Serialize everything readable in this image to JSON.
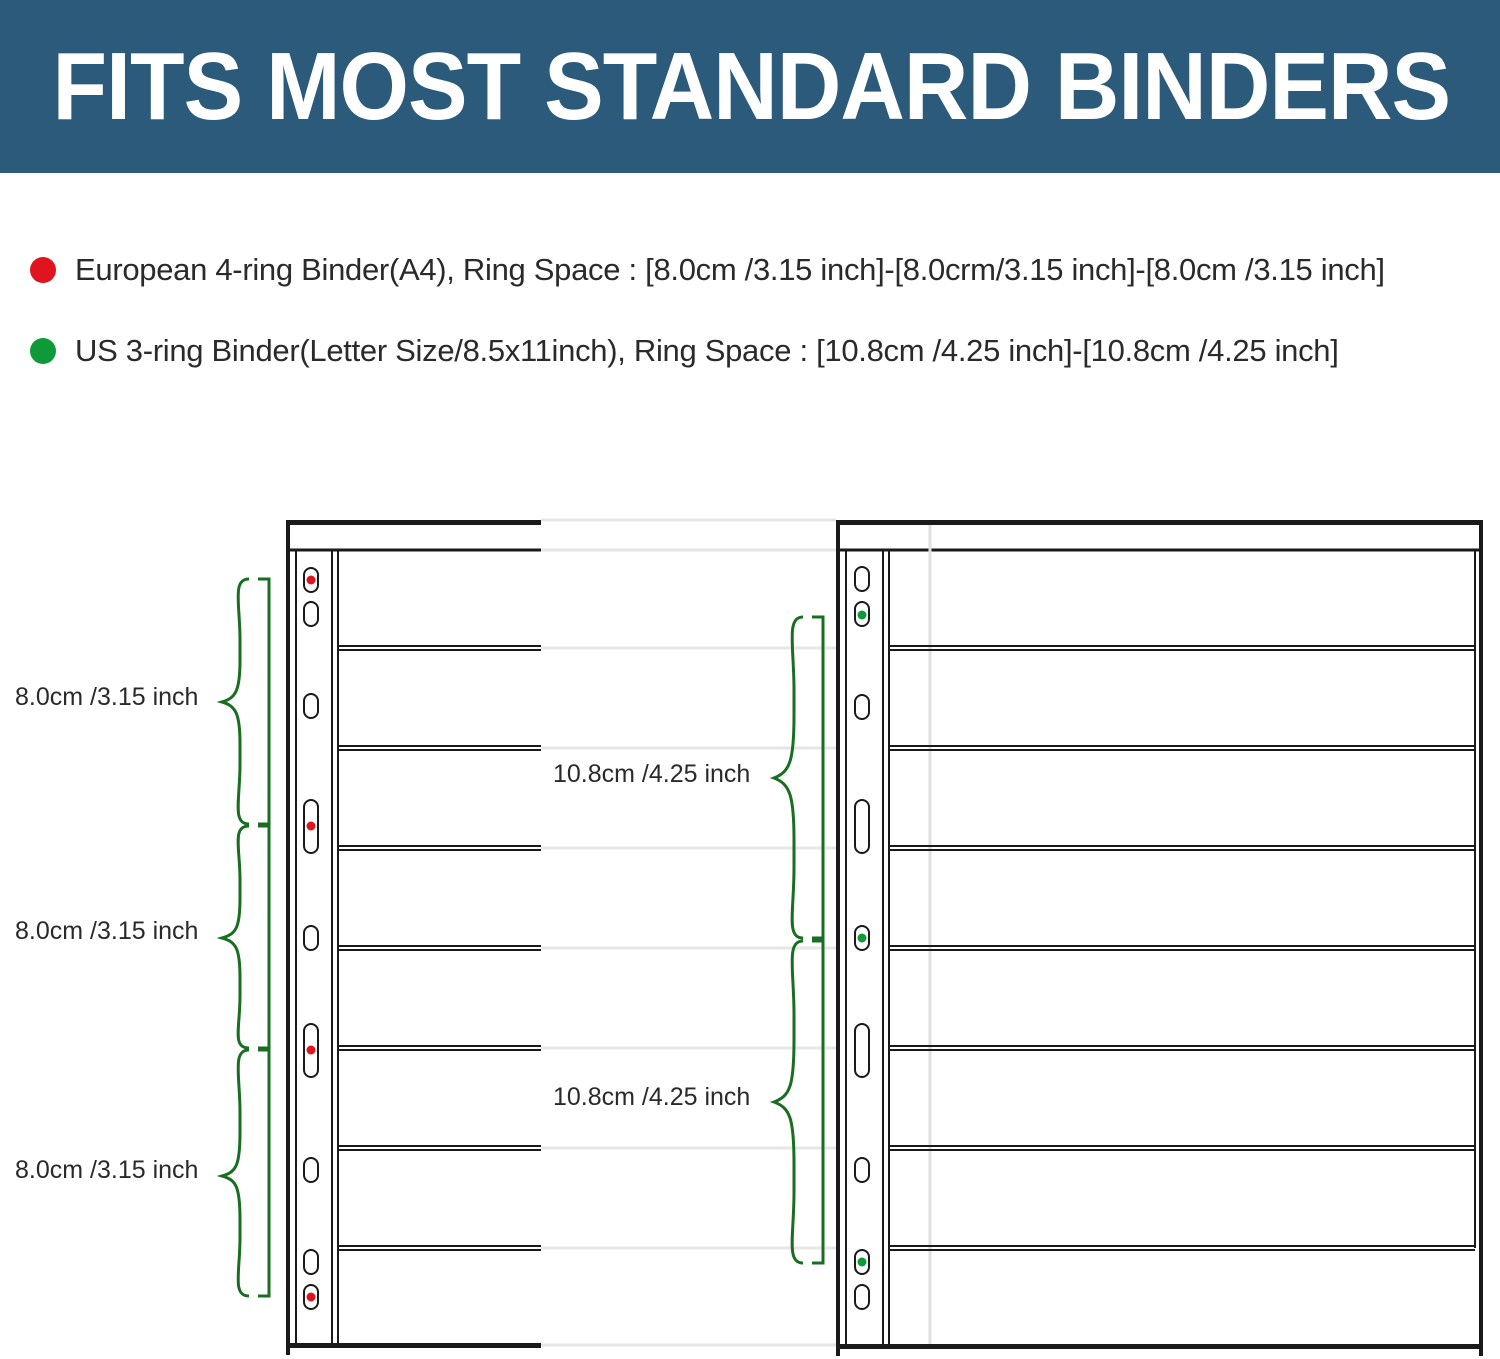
{
  "header": {
    "title": "FITS MOST STANDARD BINDERS"
  },
  "colors": {
    "banner_bg": "#2c5a7b",
    "european_dot": "#e0141e",
    "us_dot": "#0f9a3a",
    "bracket": "#1a6e21"
  },
  "legend": [
    {
      "dot_color": "#e0141e",
      "text": "European 4-ring Binder(A4), Ring Space : [8.0cm /3.15 inch]-[8.0crm/3.15 inch]-[8.0cm /3.15 inch]"
    },
    {
      "dot_color": "#0f9a3a",
      "text": "US 3-ring Binder(Letter Size/8.5x11inch), Ring Space : [10.8cm /4.25 inch]-[10.8cm /4.25 inch]"
    }
  ],
  "european_measurements": [
    "8.0cm /3.15 inch",
    "8.0cm /3.15 inch",
    "8.0cm /3.15 inch"
  ],
  "us_measurements": [
    "10.8cm /4.25 inch",
    "10.8cm /4.25 inch"
  ],
  "sheet": {
    "pockets": 8
  }
}
